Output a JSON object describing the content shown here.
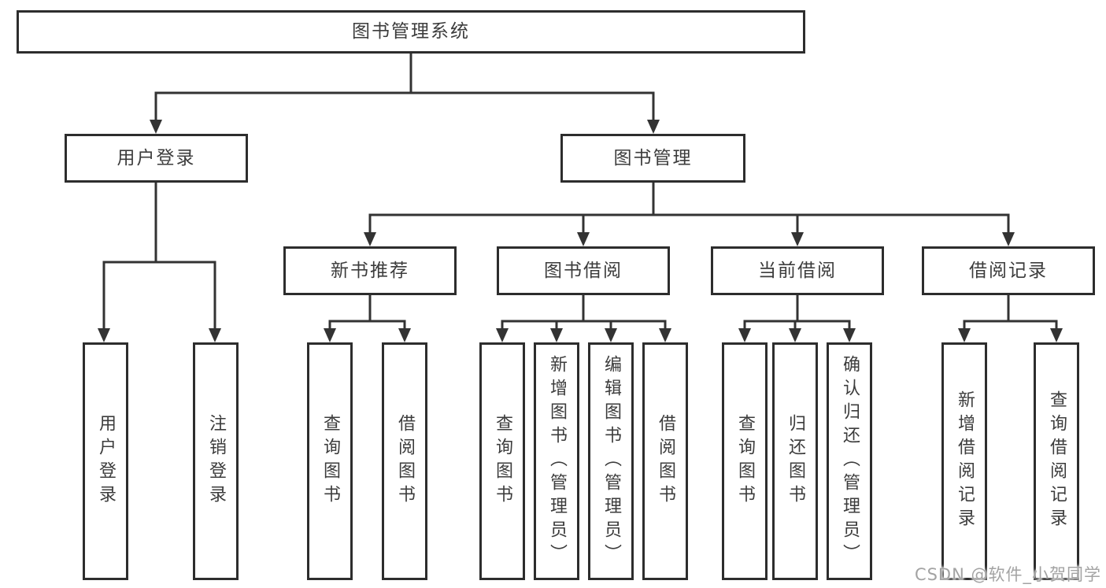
{
  "diagram": {
    "root": {
      "label": "图书管理系统"
    },
    "level2": [
      {
        "label": "用户登录"
      },
      {
        "label": "图书管理"
      }
    ],
    "level3": [
      {
        "label": "新书推荐",
        "parent": "图书管理"
      },
      {
        "label": "图书借阅",
        "parent": "图书管理"
      },
      {
        "label": "当前借阅",
        "parent": "图书管理"
      },
      {
        "label": "借阅记录",
        "parent": "图书管理"
      }
    ],
    "leaves": [
      {
        "label": "用户登录",
        "parent": "用户登录"
      },
      {
        "label": "注销登录",
        "parent": "用户登录"
      },
      {
        "label": "查询图书",
        "parent": "新书推荐"
      },
      {
        "label": "借阅图书",
        "parent": "新书推荐"
      },
      {
        "label": "查询图书",
        "parent": "图书借阅"
      },
      {
        "label": "新增图书（管理员）",
        "parent": "图书借阅"
      },
      {
        "label": "编辑图书（管理员）",
        "parent": "图书借阅"
      },
      {
        "label": "借阅图书",
        "parent": "图书借阅"
      },
      {
        "label": "查询图书",
        "parent": "当前借阅"
      },
      {
        "label": "归还图书",
        "parent": "当前借阅"
      },
      {
        "label": "确认归还（管理员）",
        "parent": "当前借阅"
      },
      {
        "label": "新增借阅记录",
        "parent": "借阅记录"
      },
      {
        "label": "查询借阅记录",
        "parent": "借阅记录"
      }
    ],
    "watermark": {
      "text": "CSDN @软件_小贺同学"
    },
    "colors": {
      "line": "#333333",
      "box_border": "#2d2d2d",
      "text": "#3c3c3c",
      "watermark": "#a3a3a3",
      "background": "#ffffff"
    }
  }
}
